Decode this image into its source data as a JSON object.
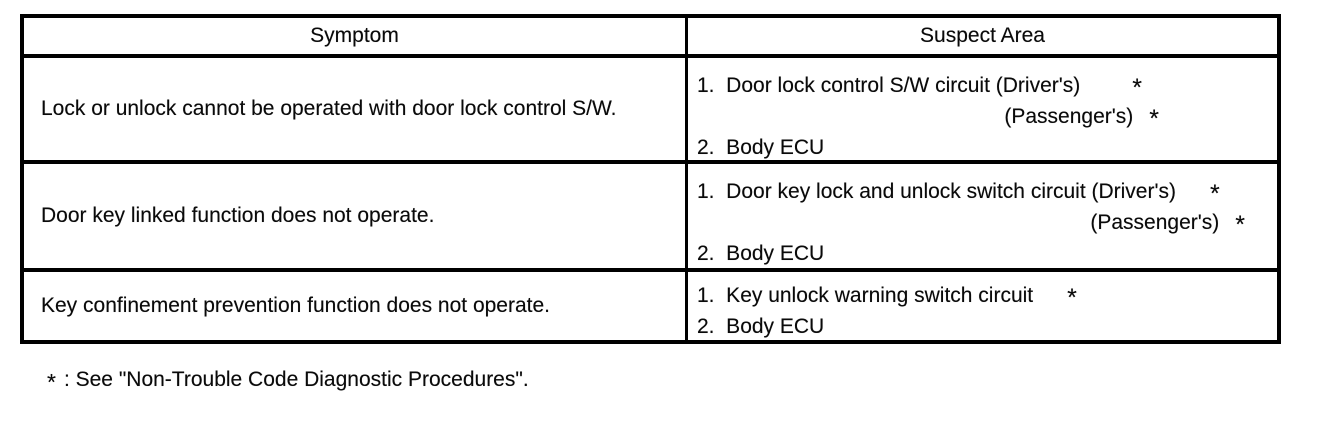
{
  "table": {
    "headers": [
      "Symptom",
      "Suspect Area"
    ],
    "star_symbol": "*",
    "rows": [
      {
        "symptom": "Lock or unlock cannot be operated with door lock control S/W.",
        "suspects": [
          {
            "text": "1.  Door lock control S/W circuit (Driver's)",
            "star": true,
            "align": "left"
          },
          {
            "text": "(Passenger's)",
            "star": true,
            "align": "right"
          },
          {
            "text": "2.  Body ECU",
            "star": false,
            "align": "left"
          }
        ]
      },
      {
        "symptom": "Door key linked function does not operate.",
        "suspects": [
          {
            "text": "1.  Door key lock and unlock switch circuit (Driver's)",
            "star": true,
            "align": "left"
          },
          {
            "text": "(Passenger's)",
            "star": true,
            "align": "right"
          },
          {
            "text": "2.  Body ECU",
            "star": false,
            "align": "left"
          }
        ]
      },
      {
        "symptom": "Key confinement prevention function does not operate.",
        "suspects": [
          {
            "text": "1.  Key unlock warning switch circuit",
            "star": true,
            "align": "left"
          },
          {
            "text": "2.  Body ECU",
            "star": false,
            "align": "left"
          }
        ]
      }
    ]
  },
  "footnote": {
    "star": "*",
    "text": ": See \"Non-Trouble Code Diagnostic Procedures\"."
  },
  "colors": {
    "ink": "#0a0a0a",
    "paper": "#ffffff",
    "border": "#000000"
  }
}
